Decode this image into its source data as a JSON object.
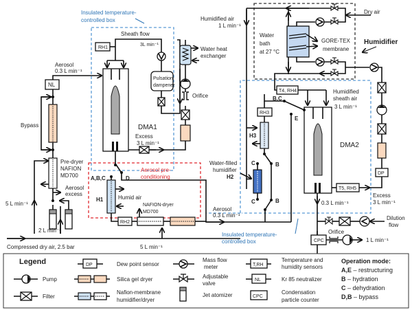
{
  "diagram": {
    "boxes": {
      "insulated_box_top": "Insulated  temperature-",
      "insulated_box_top2": "controlled box",
      "insulated_box_bottom": "Insulated  temperature-",
      "insulated_box_bottom2": "controlled box",
      "aerosol_preconditioning": "Aerosol pre-",
      "aerosol_preconditioning2": "conditioning",
      "humidifier": "Humidifier"
    },
    "labels": {
      "sheath_flow": "Sheath flow",
      "sheath_rate": "3L min⁻¹",
      "rh1": "RH1",
      "rh2": "RH2",
      "rh3": "RH3",
      "t4rh4": "T4, RH4",
      "t5rh5": "T5, RH5",
      "pulsation_dampener_1": "Pulsation",
      "pulsation_dampener_2": "dampener",
      "water_heat_exchanger_1": "Water heat",
      "water_heat_exchanger_2": "exchanger",
      "orifice": "Orifice",
      "orifice2": "Orifice",
      "dma1": "DMA1",
      "dma2": "DMA2",
      "excess1_1": "Excess",
      "excess1_2": "3 L min⁻¹",
      "excess2_1": "Excess",
      "excess2_2": "3 L min⁻¹",
      "aerosol_in_1": "Aerosol",
      "aerosol_in_2": "0.3 L min⁻¹",
      "aerosol_mid_1": "Aerosol",
      "aerosol_mid_2": "0.3 L min⁻¹",
      "nl": "NL",
      "bypass": "Bypass",
      "predryer_1": "Pre-dryer",
      "predryer_2": "NAFION",
      "predryer_3": "MD700",
      "aerosol_excess_1": "Aerosol",
      "aerosol_excess_2": "excess",
      "five_l_left": "5 L min⁻¹",
      "two_l": "2 L min⁻¹",
      "five_l_bottom": "5 L min⁻¹",
      "compressed_air": "Compressed dry air, 2.5 bar",
      "abc": "A,B,C",
      "d": "D",
      "h1": "H1",
      "humid_air": "Humid air",
      "nafion_dryer_1": "NAFION-dryer",
      "nafion_dryer_2": "MD700",
      "water_filled_1": "Water-filled",
      "water_filled_2": "humidifier",
      "h2": "H2",
      "h3": "H3",
      "c_top": "C",
      "c_bottom": "C",
      "b_top": "B",
      "b_bottom": "B",
      "bc": "B,C",
      "e": "E",
      "humidified_air_1": "Humidified air",
      "humidified_air_2": "1 L min⁻¹",
      "water_bath_1": "Water",
      "water_bath_2": "bath",
      "water_bath_3": "at 27 °C",
      "goretex_1": "GORE-TEX",
      "goretex_2": "membrane",
      "dry_air": "Dry air",
      "humidified_sheath_1": "Humidified",
      "humidified_sheath_2": "sheath air",
      "humidified_sheath_3": "3 L min⁻¹",
      "dp": "DP",
      "point3": "0.3 L min⁻¹",
      "dilution_1": "Dilution",
      "dilution_2": "flow",
      "cpc": "CPC",
      "one_l": "1 L min⁻¹"
    },
    "legend": {
      "title": "Legend",
      "pump": "Pump",
      "filter": "Filter",
      "dp_symbol": "DP",
      "dew_point": "Dew point sensor",
      "silica": "Silica gel dryer",
      "nafion_1": "Nafion-membrane",
      "nafion_2": "humidifier/dryer",
      "mfm_1": "Mass flow",
      "mfm_2": "meter",
      "valve_1": "Adjustable",
      "valve_2": "valve",
      "jet": "Jet atomizer",
      "trh_symbol": "T,RH",
      "trh_1": "Temperature and",
      "trh_2": "humidity sensors",
      "nl_symbol": "NL",
      "kr85": "Kr 85 neutralizer",
      "cpc_symbol": "CPC",
      "cpc_1": "Condensation",
      "cpc_2": "particle counter",
      "op_title": "Operation mode:",
      "op_ae_key": "A,E",
      "op_ae": " – restructuring",
      "op_b_key": "B",
      "op_b": " – hydration",
      "op_c_key": "C",
      "op_c": " – dehydration",
      "op_db_key": "D,B",
      "op_db": " – bypass"
    },
    "colors": {
      "insulated_box": "#5b9bd5",
      "preconditioning": "#e0282e",
      "silica": "#fbd9bf",
      "nafion": "#cfe2f3",
      "water_bath": "#c5d9f1"
    }
  }
}
